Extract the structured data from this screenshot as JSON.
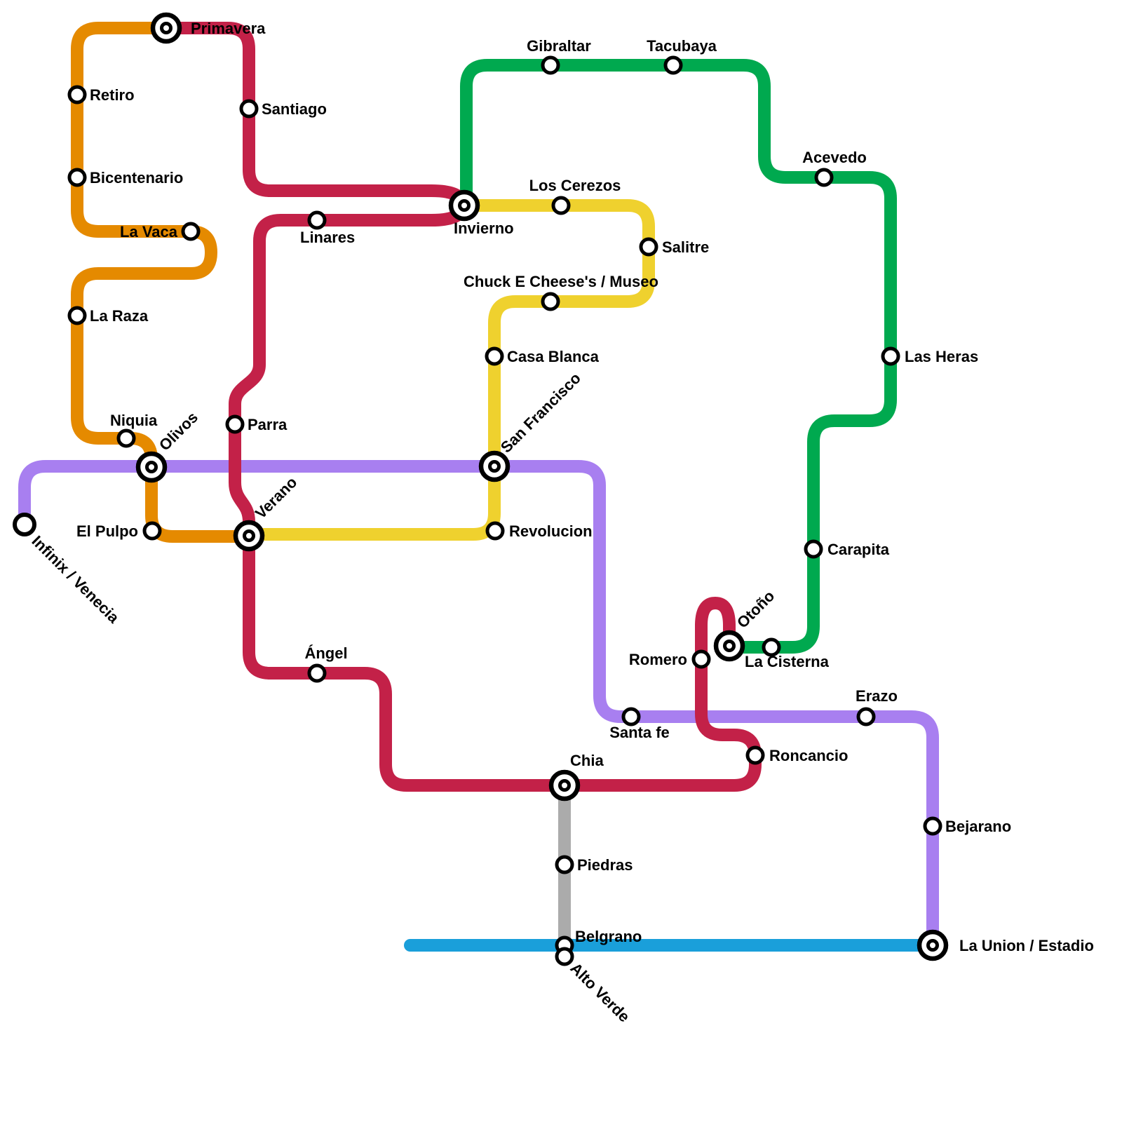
{
  "map": {
    "background_color": "#FFFFFF",
    "label_color": "#000000",
    "lines": [
      {
        "id": "orange",
        "color": "#E58A00",
        "stations": [
          "Primavera",
          "Retiro",
          "Bicentenario",
          "La Vaca",
          "La Raza",
          "Niquia",
          "Olivos",
          "El Pulpo",
          "Verano"
        ]
      },
      {
        "id": "red",
        "color": "#C32148",
        "stations": [
          "Primavera",
          "Santiago",
          "Invierno",
          "Linares",
          "Parra",
          "Verano",
          "Ángel",
          "Chia",
          "Roncancio",
          "Romero",
          "Otoño"
        ]
      },
      {
        "id": "green",
        "color": "#00A94F",
        "stations": [
          "Invierno",
          "Gibraltar",
          "Tacubaya",
          "Acevedo",
          "Las Heras",
          "Carapita",
          "La Cisterna",
          "Otoño"
        ]
      },
      {
        "id": "yellow",
        "color": "#EFD12E",
        "stations": [
          "Invierno",
          "Los Cerezos",
          "Salitre",
          "Chuck E Cheese's / Museo",
          "Casa Blanca",
          "San Francisco",
          "Revolucion",
          "Verano"
        ]
      },
      {
        "id": "purple",
        "color": "#A87FF0",
        "stations": [
          "Infinix / Venecia",
          "Olivos",
          "San Francisco",
          "Santa fe",
          "Erazo",
          "Bejarano",
          "La Union / Estadio"
        ]
      },
      {
        "id": "blue",
        "color": "#1A9FDA",
        "stations": [
          "Belgrano",
          "La Union / Estadio"
        ]
      },
      {
        "id": "gray",
        "color": "#ABABAB",
        "stations": [
          "Chia",
          "Piedras",
          "Belgrano",
          "Alto Verde"
        ]
      }
    ],
    "labels": {
      "primavera": "Primavera",
      "retiro": "Retiro",
      "bicentenario": "Bicentenario",
      "la_vaca": "La Vaca",
      "la_raza": "La Raza",
      "niquia": "Niquia",
      "olivos": "Olivos",
      "el_pulpo": "El Pulpo",
      "santiago": "Santiago",
      "linares": "Linares",
      "parra": "Parra",
      "invierno": "Invierno",
      "gibraltar": "Gibraltar",
      "tacubaya": "Tacubaya",
      "los_cerezos": "Los Cerezos",
      "salitre": "Salitre",
      "museo": "Chuck E Cheese's / Museo",
      "casa_blanca": "Casa Blanca",
      "san_francisco": "San Francisco",
      "revolucion": "Revolucion",
      "acevedo": "Acevedo",
      "las_heras": "Las Heras",
      "carapita": "Carapita",
      "la_cisterna": "La Cisterna",
      "otono": "Otoño",
      "romero": "Romero",
      "santa_fe": "Santa fe",
      "erazo": "Erazo",
      "roncancio": "Roncancio",
      "chia": "Chia",
      "angel": "Ángel",
      "piedras": "Piedras",
      "belgrano": "Belgrano",
      "alto_verde": "Alto Verde",
      "bejarano": "Bejarano",
      "la_union": "La Union / Estadio",
      "infinix": "Infinix / Venecia",
      "verano": "Verano"
    }
  }
}
